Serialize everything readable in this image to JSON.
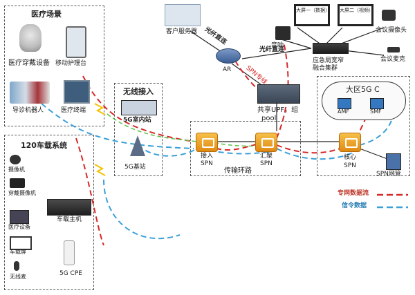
{
  "medical_scene": {
    "title": "医疗场景",
    "wearable": "医疗穿戴设备",
    "cart": "移动护理台",
    "robot": "导诊机器人",
    "terminal": "医疗终端"
  },
  "wireless": {
    "title": "无线接入",
    "indoor_station": "5G室内站",
    "base_station": "5G基站"
  },
  "vehicle": {
    "title": "120车载系统",
    "camera": "摄像机",
    "wear_camera": "穿戴摄像机",
    "medical_device": "医疗设备",
    "screen": "车载屏",
    "mic": "无线麦",
    "host": "车载主机",
    "cpe": "5G CPE"
  },
  "top": {
    "client_server": "客户服务器",
    "fiber1": "光纤直连",
    "fiber2": "光纤直连",
    "ar": "AR",
    "spn_tag": "SPN专线",
    "speaker": "音响",
    "screen1": "大屏一（数据）",
    "screen2": "大屏二（视频）",
    "conf_camera": "会议摄像头",
    "conf_mic": "会议麦克",
    "cluster_a": "应急局宽窄",
    "cluster_b": "融合集群",
    "upf": "共享UPF，组",
    "pool": "pool"
  },
  "core": {
    "region": "大区5G C",
    "amf": "AMF",
    "smf": "SMF"
  },
  "spn": {
    "access_a": "接入",
    "access_b": "SPN",
    "agg_a": "汇聚",
    "agg_b": "SPN",
    "ring": "传输环路",
    "core_a": "核心",
    "core_b": "SPN",
    "mgmt": "SPN网管"
  },
  "legend": {
    "data_flow": "专网数据流",
    "signal": "信令数据"
  },
  "colors": {
    "data_flow": "#d62828",
    "signal": "#3aa0d8",
    "green": "#5cc24a"
  }
}
